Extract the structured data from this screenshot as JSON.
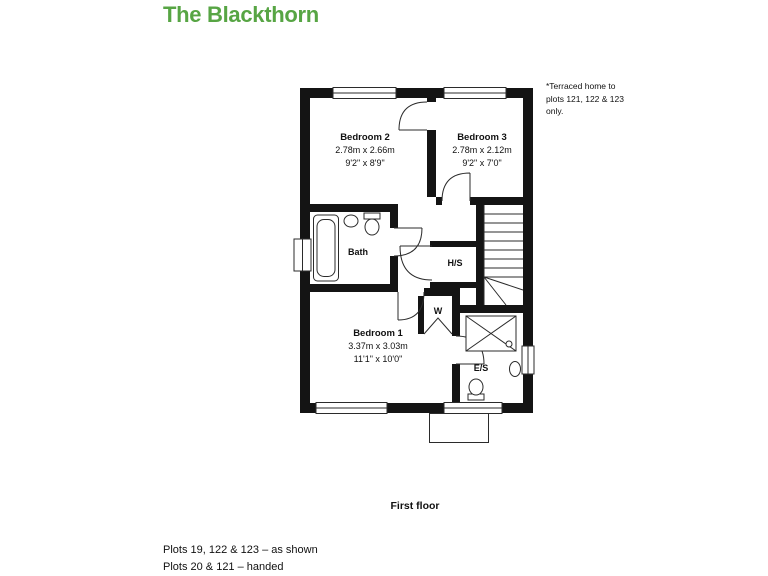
{
  "colors": {
    "accent": "#57A544",
    "wall": "#141414",
    "line": "#2b2b2b"
  },
  "page": {
    "title": "The Blackthorn",
    "note": "*Terraced home to plots 121, 122 & 123 only.",
    "floor_label": "First floor",
    "footer_line1": "Plots 19, 122 & 123 – as shown",
    "footer_line2": "Plots 20 & 121 – handed"
  },
  "rooms": {
    "bedroom2": {
      "name": "Bedroom 2",
      "metric": "2.78m x 2.66m",
      "imperial": "9'2\" x 8'9\""
    },
    "bedroom3": {
      "name": "Bedroom 3",
      "metric": "2.78m x 2.12m",
      "imperial": "9'2\" x 7'0\""
    },
    "bedroom1": {
      "name": "Bedroom 1",
      "metric": "3.37m x 3.03m",
      "imperial": "11'1\" x 10'0\""
    },
    "bath": {
      "name": "Bath"
    },
    "hs": {
      "name": "H/S"
    },
    "wardrobe": {
      "name": "W"
    },
    "ensuite": {
      "name": "E/S"
    }
  }
}
